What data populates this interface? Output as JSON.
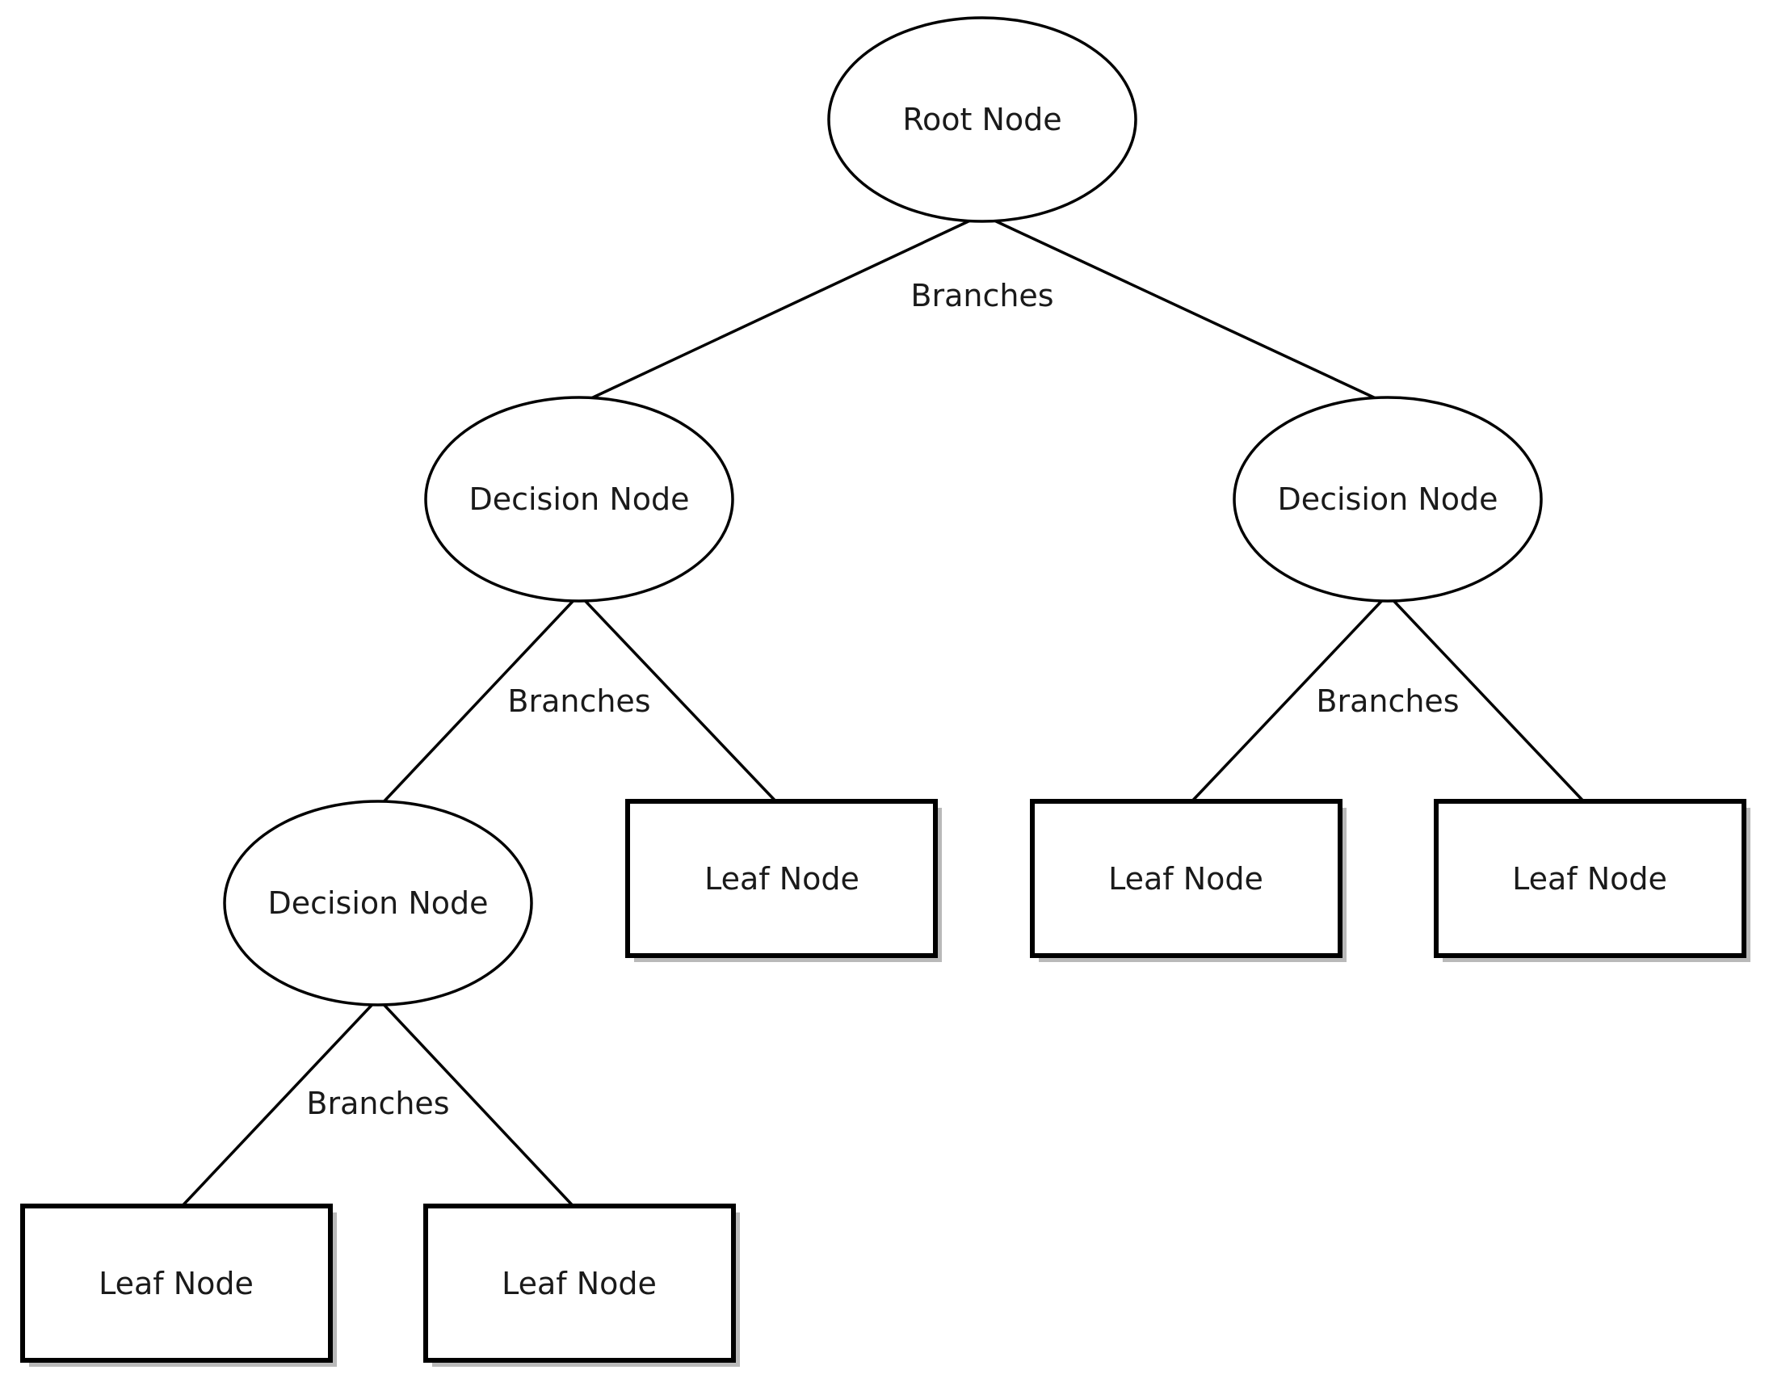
{
  "diagram": {
    "type": "decision-tree",
    "background_color": "#ffffff",
    "line_color": "#000000",
    "node_fill_color": "#ffffff",
    "shadow_color": "#b9b9b9",
    "nodes": [
      {
        "id": "root",
        "shape": "ellipse",
        "label": "Root Node"
      },
      {
        "id": "decision-left",
        "shape": "ellipse",
        "label": "Decision Node"
      },
      {
        "id": "decision-right",
        "shape": "ellipse",
        "label": "Decision Node"
      },
      {
        "id": "decision-lower-left",
        "shape": "ellipse",
        "label": "Decision Node"
      },
      {
        "id": "leaf-middle",
        "shape": "rectangle",
        "label": "Leaf Node"
      },
      {
        "id": "leaf-right-1",
        "shape": "rectangle",
        "label": "Leaf Node"
      },
      {
        "id": "leaf-right-2",
        "shape": "rectangle",
        "label": "Leaf Node"
      },
      {
        "id": "leaf-bottom-1",
        "shape": "rectangle",
        "label": "Leaf Node"
      },
      {
        "id": "leaf-bottom-2",
        "shape": "rectangle",
        "label": "Leaf Node"
      }
    ],
    "edges": [
      {
        "from": "root",
        "to": "decision-left"
      },
      {
        "from": "root",
        "to": "decision-right"
      },
      {
        "from": "decision-left",
        "to": "decision-lower-left"
      },
      {
        "from": "decision-left",
        "to": "leaf-middle"
      },
      {
        "from": "decision-right",
        "to": "leaf-right-1"
      },
      {
        "from": "decision-right",
        "to": "leaf-right-2"
      },
      {
        "from": "decision-lower-left",
        "to": "leaf-bottom-1"
      },
      {
        "from": "decision-lower-left",
        "to": "leaf-bottom-2"
      }
    ],
    "edge_labels": [
      {
        "at": "root",
        "label": "Branches"
      },
      {
        "at": "decision-left",
        "label": "Branches"
      },
      {
        "at": "decision-right",
        "label": "Branches"
      },
      {
        "at": "decision-lower-left",
        "label": "Branches"
      }
    ]
  }
}
